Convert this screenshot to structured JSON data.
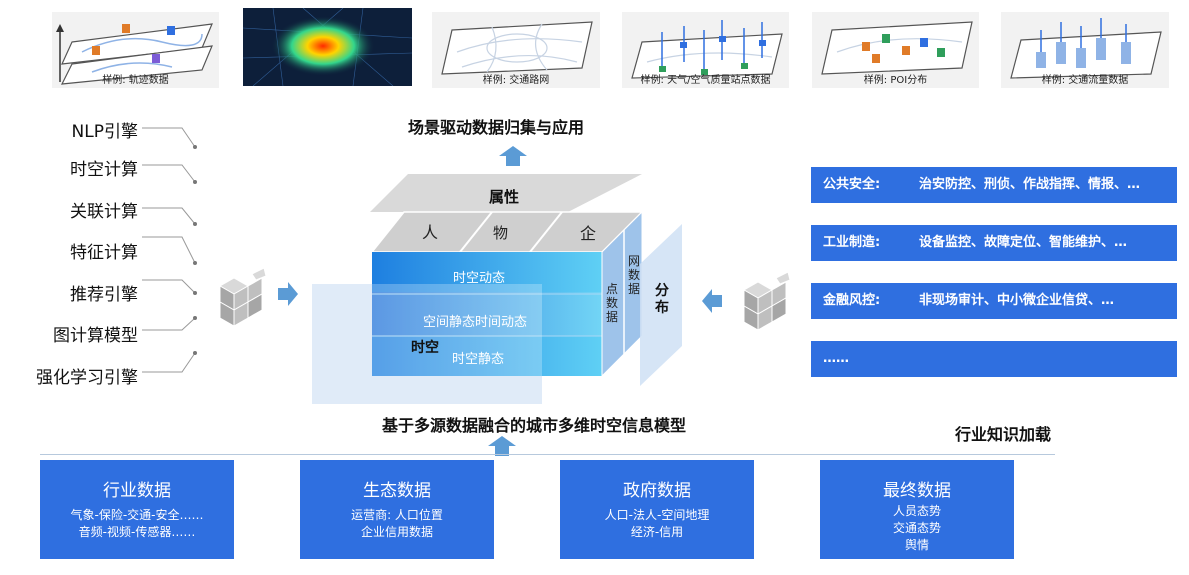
{
  "thumbnails": [
    {
      "caption": "样例: 轨迹数据"
    },
    {
      "caption": ""
    },
    {
      "caption": "样例: 交通路网"
    },
    {
      "caption": "样例: 天气/空气质量站点数据"
    },
    {
      "caption": "样例: POI分布"
    },
    {
      "caption": "样例: 交通流量数据"
    }
  ],
  "top_title": "场景驱动数据归集与应用",
  "engines": [
    "NLP引擎",
    "时空计算",
    "关联计算",
    "特征计算",
    "推荐引擎",
    "图计算模型",
    "强化学习引擎"
  ],
  "cube": {
    "attr_label": "属性",
    "attr_items": [
      "人",
      "物",
      "企"
    ],
    "rows": [
      "时空动态",
      "空间静态时间动态",
      "时空静态"
    ],
    "spacetime_label": "时空",
    "point_data": "点数据",
    "network_data": "网数据",
    "distribution": "分布"
  },
  "model_title": "基于多源数据融合的城市多维时空信息模型",
  "industries": [
    {
      "key": "公共安全:",
      "value": "治安防控、刑侦、作战指挥、情报、…"
    },
    {
      "key": "工业制造:",
      "value": "设备监控、故障定位、智能维护、…"
    },
    {
      "key": "金融风控:",
      "value": "非现场审计、中小微企业信贷、…"
    },
    {
      "key": "……",
      "value": ""
    }
  ],
  "knowledge_label": "行业知识加载",
  "data_boxes": [
    {
      "title": "行业数据",
      "lines": [
        "气象-保险-交通-安全……",
        "音频-视频-传感器……"
      ]
    },
    {
      "title": "生态数据",
      "lines": [
        "运营商: 人口位置",
        "企业信用数据"
      ]
    },
    {
      "title": "政府数据",
      "lines": [
        "人口-法人-空间地理",
        "经济-信用"
      ]
    },
    {
      "title": "最终数据",
      "lines": [
        "人员态势",
        "交通态势",
        "舆情"
      ]
    }
  ],
  "colors": {
    "accent_blue": "#2f6fe0",
    "cube_cyan": "#2fb8ee",
    "arrow_blue": "#5b9bd5"
  }
}
